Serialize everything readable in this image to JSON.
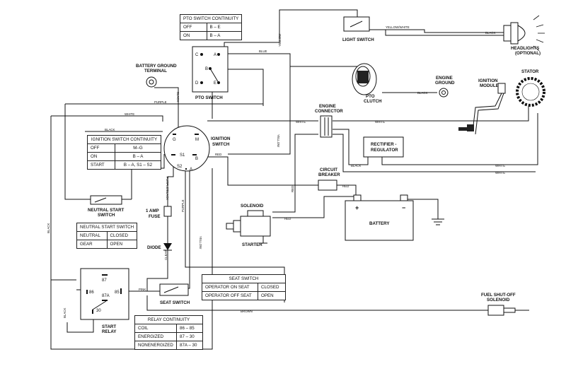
{
  "labels": {
    "pto_switch": "PTO SWITCH",
    "light_switch": "LIGHT SWITCH",
    "headlights": "HEADLIGHTS",
    "headlights_optional": "(OPTIONAL)",
    "battery_ground_1": "BATTERY GROUND",
    "battery_ground_2": "TERMINAL",
    "engine_ground_1": "ENGINE",
    "engine_ground_2": "GROUND",
    "pto_clutch_1": "PTO",
    "pto_clutch_2": "CLUTCH",
    "ignition_module_1": "IGNITION",
    "ignition_module_2": "MODULE",
    "stator": "STATOR",
    "ignition_switch_1": "IGNITION",
    "ignition_switch_2": "SWITCH",
    "engine_connector_1": "ENGINE",
    "engine_connector_2": "CONNECTOR",
    "rectifier_1": "RECTIFIER -",
    "rectifier_2": "REGULATOR",
    "circuit_breaker_1": "CIRCUIT",
    "circuit_breaker_2": "BREAKER",
    "solenoid": "SOLENOID",
    "battery": "BATTERY",
    "starter": "STARTER",
    "neutral_start_1": "NEUTRAL START",
    "neutral_start_2": "SWITCH",
    "fuse_1": "1 AMP",
    "fuse_2": "FUSE",
    "diode": "DIODE",
    "seat_switch": "SEAT SWITCH",
    "start_relay_1": "START",
    "start_relay_2": "RELAY",
    "fuel_shutoff_1": "FUEL SHUT-OFF",
    "fuel_shutoff_2": "SOLENOID",
    "battery_plus": "+",
    "battery_minus": "−"
  },
  "terminals": {
    "pto_c": "C",
    "pto_a": "A",
    "pto_b": "B",
    "pto_d": "D",
    "pto_e": "E",
    "ign_g": "G",
    "ign_m": "M",
    "ign_s1": "S1",
    "ign_s2": "S2",
    "ign_b": "B",
    "ign_a": "A",
    "relay_87": "87",
    "relay_86": "86",
    "relay_87a": "87A",
    "relay_85": "85",
    "relay_30": "30"
  },
  "wire_labels": {
    "yellow_top": "YELLOW",
    "yellow_white": "YELLOW/WHITE",
    "black_headlight": "BLACK",
    "blue": "BLUE",
    "black_batt_ground": "BLACK",
    "purple_top": "PURPLE",
    "white_top": "WHITE",
    "black_clutch": "BLACK",
    "black_left": "BLACK",
    "yellow_ign": "YELLOW",
    "white_conn_left": "WHITE",
    "white_conn_right": "WHITE",
    "red_ign": "RED",
    "black_rect": "BLACK",
    "white_rect": "WHITE",
    "white_long": "WHITE",
    "red_breaker": "RED",
    "red_vertical": "RED",
    "red_solenoid": "RED",
    "purple_black": "PURPLE/BLACK",
    "purple_ign": "PURPLE",
    "yellow_ign_low": "YELLOW",
    "black_far_left": "BLACK",
    "clear": "CLEAR",
    "pink": "PINK",
    "brown": "BROWN",
    "black_relay": "BLACK"
  },
  "tables": {
    "pto": {
      "title": "PTO SWITCH CONTINUITY",
      "rows": [
        [
          "OFF",
          "B – E"
        ],
        [
          "ON",
          "B – A"
        ]
      ]
    },
    "ignition": {
      "title": "IGNITION SWITCH CONTINUITY",
      "rows": [
        [
          "OFF",
          "M–G"
        ],
        [
          "ON",
          "B – A"
        ],
        [
          "START",
          "B – A, S1 – S2"
        ]
      ]
    },
    "neutral": {
      "title": "NEUTRAL START SWITCH",
      "rows": [
        [
          "NEUTRAL",
          "CLOSED"
        ],
        [
          "GEAR",
          "OPEN"
        ]
      ]
    },
    "seat": {
      "title": "SEAT SWITCH",
      "rows": [
        [
          "OPERATOR ON SEAT",
          "CLOSED"
        ],
        [
          "OPERATOR OFF SEAT",
          "OPEN"
        ]
      ]
    },
    "relay": {
      "title": "RELAY CONTINUITY",
      "rows": [
        [
          "COIL",
          "86 – 85"
        ],
        [
          "ENERGIZED",
          "87 – 30"
        ],
        [
          "NONENERGIZED",
          "87A – 30"
        ]
      ]
    }
  }
}
